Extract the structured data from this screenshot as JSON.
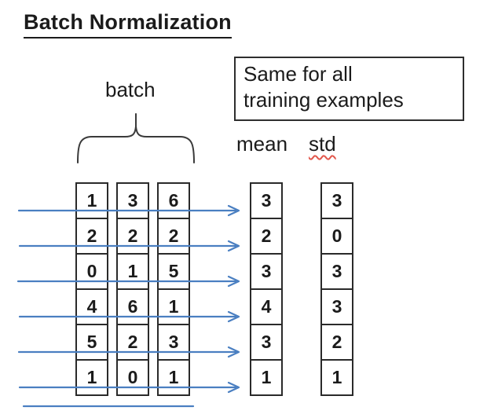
{
  "title": "Batch Normalization",
  "batch_label": "batch",
  "note_box": {
    "line1": "Same for all",
    "line2": "training examples"
  },
  "mean_label": "mean",
  "std_label": "std",
  "batch": {
    "columns": [
      [
        1,
        2,
        0,
        4,
        5,
        1
      ],
      [
        3,
        2,
        1,
        6,
        2,
        0
      ],
      [
        6,
        2,
        5,
        1,
        3,
        1
      ]
    ]
  },
  "mean_values": [
    3,
    2,
    3,
    4,
    3,
    1
  ],
  "std_values": [
    3,
    0,
    3,
    3,
    2,
    1
  ],
  "colors": {
    "arrow_blue": "#4a7fc1",
    "ink": "#1b1b1b",
    "squiggle_red": "#e2574c"
  }
}
